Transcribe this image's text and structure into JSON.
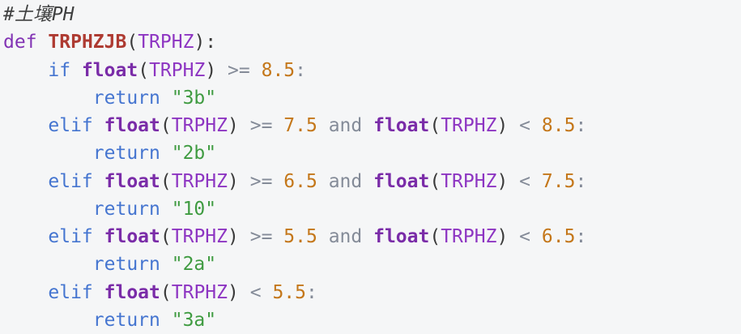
{
  "colors": {
    "background": "#f5f6f7",
    "comment": "#3f4040",
    "keyword": "#8233b4",
    "builtin": "#7a2ca8",
    "function": "#ae3b32",
    "flow": "#4575d0",
    "variable": "#8d35c2",
    "number": "#c4771a",
    "string": "#3f9b41",
    "operator": "#848b98",
    "punct": "#3a3a3a"
  },
  "code": {
    "language": "python",
    "comment_text": "#土壤PH",
    "function_name": "TRPHZJB",
    "parameter": "TRPHZ",
    "return_values": [
      "3b",
      "2b",
      "10",
      "2a",
      "3a"
    ],
    "thresholds": [
      "8.5",
      "7.5",
      "6.5",
      "5.5"
    ],
    "lines": [
      [
        {
          "t": "comment",
          "v": "#土壤PH"
        }
      ],
      [
        {
          "t": "keyword",
          "v": "def"
        },
        {
          "t": "plain",
          "v": " "
        },
        {
          "t": "function",
          "v": "TRPHZJB"
        },
        {
          "t": "punct",
          "v": "("
        },
        {
          "t": "variable",
          "v": "TRPHZ"
        },
        {
          "t": "punct",
          "v": "):"
        }
      ],
      [
        {
          "t": "plain",
          "v": "    "
        },
        {
          "t": "flow",
          "v": "if"
        },
        {
          "t": "plain",
          "v": " "
        },
        {
          "t": "builtin",
          "v": "float"
        },
        {
          "t": "punct",
          "v": "("
        },
        {
          "t": "variable",
          "v": "TRPHZ"
        },
        {
          "t": "punct",
          "v": ")"
        },
        {
          "t": "plain",
          "v": " "
        },
        {
          "t": "operator",
          "v": ">="
        },
        {
          "t": "plain",
          "v": " "
        },
        {
          "t": "number",
          "v": "8.5"
        },
        {
          "t": "operator",
          "v": ":"
        }
      ],
      [
        {
          "t": "plain",
          "v": "        "
        },
        {
          "t": "flow",
          "v": "return"
        },
        {
          "t": "plain",
          "v": " "
        },
        {
          "t": "string",
          "v": "\"3b\""
        }
      ],
      [
        {
          "t": "plain",
          "v": "    "
        },
        {
          "t": "flow",
          "v": "elif"
        },
        {
          "t": "plain",
          "v": " "
        },
        {
          "t": "builtin",
          "v": "float"
        },
        {
          "t": "punct",
          "v": "("
        },
        {
          "t": "variable",
          "v": "TRPHZ"
        },
        {
          "t": "punct",
          "v": ")"
        },
        {
          "t": "plain",
          "v": " "
        },
        {
          "t": "operator",
          "v": ">="
        },
        {
          "t": "plain",
          "v": " "
        },
        {
          "t": "number",
          "v": "7.5"
        },
        {
          "t": "plain",
          "v": " "
        },
        {
          "t": "operator",
          "v": "and"
        },
        {
          "t": "plain",
          "v": " "
        },
        {
          "t": "builtin",
          "v": "float"
        },
        {
          "t": "punct",
          "v": "("
        },
        {
          "t": "variable",
          "v": "TRPHZ"
        },
        {
          "t": "punct",
          "v": ")"
        },
        {
          "t": "plain",
          "v": " "
        },
        {
          "t": "operator",
          "v": "<"
        },
        {
          "t": "plain",
          "v": " "
        },
        {
          "t": "number",
          "v": "8.5"
        },
        {
          "t": "operator",
          "v": ":"
        }
      ],
      [
        {
          "t": "plain",
          "v": "        "
        },
        {
          "t": "flow",
          "v": "return"
        },
        {
          "t": "plain",
          "v": " "
        },
        {
          "t": "string",
          "v": "\"2b\""
        }
      ],
      [
        {
          "t": "plain",
          "v": "    "
        },
        {
          "t": "flow",
          "v": "elif"
        },
        {
          "t": "plain",
          "v": " "
        },
        {
          "t": "builtin",
          "v": "float"
        },
        {
          "t": "punct",
          "v": "("
        },
        {
          "t": "variable",
          "v": "TRPHZ"
        },
        {
          "t": "punct",
          "v": ")"
        },
        {
          "t": "plain",
          "v": " "
        },
        {
          "t": "operator",
          "v": ">="
        },
        {
          "t": "plain",
          "v": " "
        },
        {
          "t": "number",
          "v": "6.5"
        },
        {
          "t": "plain",
          "v": " "
        },
        {
          "t": "operator",
          "v": "and"
        },
        {
          "t": "plain",
          "v": " "
        },
        {
          "t": "builtin",
          "v": "float"
        },
        {
          "t": "punct",
          "v": "("
        },
        {
          "t": "variable",
          "v": "TRPHZ"
        },
        {
          "t": "punct",
          "v": ")"
        },
        {
          "t": "plain",
          "v": " "
        },
        {
          "t": "operator",
          "v": "<"
        },
        {
          "t": "plain",
          "v": " "
        },
        {
          "t": "number",
          "v": "7.5"
        },
        {
          "t": "operator",
          "v": ":"
        }
      ],
      [
        {
          "t": "plain",
          "v": "        "
        },
        {
          "t": "flow",
          "v": "return"
        },
        {
          "t": "plain",
          "v": " "
        },
        {
          "t": "string",
          "v": "\"10\""
        }
      ],
      [
        {
          "t": "plain",
          "v": "    "
        },
        {
          "t": "flow",
          "v": "elif"
        },
        {
          "t": "plain",
          "v": " "
        },
        {
          "t": "builtin",
          "v": "float"
        },
        {
          "t": "punct",
          "v": "("
        },
        {
          "t": "variable",
          "v": "TRPHZ"
        },
        {
          "t": "punct",
          "v": ")"
        },
        {
          "t": "plain",
          "v": " "
        },
        {
          "t": "operator",
          "v": ">="
        },
        {
          "t": "plain",
          "v": " "
        },
        {
          "t": "number",
          "v": "5.5"
        },
        {
          "t": "plain",
          "v": " "
        },
        {
          "t": "operator",
          "v": "and"
        },
        {
          "t": "plain",
          "v": " "
        },
        {
          "t": "builtin",
          "v": "float"
        },
        {
          "t": "punct",
          "v": "("
        },
        {
          "t": "variable",
          "v": "TRPHZ"
        },
        {
          "t": "punct",
          "v": ")"
        },
        {
          "t": "plain",
          "v": " "
        },
        {
          "t": "operator",
          "v": "<"
        },
        {
          "t": "plain",
          "v": " "
        },
        {
          "t": "number",
          "v": "6.5"
        },
        {
          "t": "operator",
          "v": ":"
        }
      ],
      [
        {
          "t": "plain",
          "v": "        "
        },
        {
          "t": "flow",
          "v": "return"
        },
        {
          "t": "plain",
          "v": " "
        },
        {
          "t": "string",
          "v": "\"2a\""
        }
      ],
      [
        {
          "t": "plain",
          "v": "    "
        },
        {
          "t": "flow",
          "v": "elif"
        },
        {
          "t": "plain",
          "v": " "
        },
        {
          "t": "builtin",
          "v": "float"
        },
        {
          "t": "punct",
          "v": "("
        },
        {
          "t": "variable",
          "v": "TRPHZ"
        },
        {
          "t": "punct",
          "v": ")"
        },
        {
          "t": "plain",
          "v": " "
        },
        {
          "t": "operator",
          "v": "<"
        },
        {
          "t": "plain",
          "v": " "
        },
        {
          "t": "number",
          "v": "5.5"
        },
        {
          "t": "operator",
          "v": ":"
        }
      ],
      [
        {
          "t": "plain",
          "v": "        "
        },
        {
          "t": "flow",
          "v": "return"
        },
        {
          "t": "plain",
          "v": " "
        },
        {
          "t": "string",
          "v": "\"3a\""
        }
      ]
    ]
  }
}
